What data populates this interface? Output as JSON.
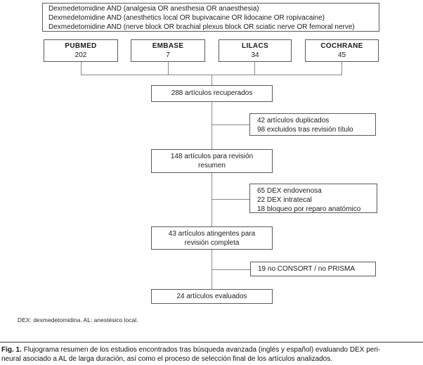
{
  "flowchart": {
    "search_queries": {
      "lines": [
        "Dexmedetomidine AND (analgesia OR anesthesia OR anaesthesia)",
        "Dexmedetomidine AND (anesthetics local OR bupivacaine OR lidocaine OR ropivacaine)",
        "Dexmedetomidine AND (nerve block OR brachial plexus block OR sciatic nerve OR femoral nerve)"
      ]
    },
    "databases": [
      {
        "name": "PUBMED",
        "count": "202"
      },
      {
        "name": "EMBASE",
        "count": "7"
      },
      {
        "name": "LILACS",
        "count": "34"
      },
      {
        "name": "COCHRANE",
        "count": "45"
      }
    ],
    "retrieved": "288 artículos recuperados",
    "excluded_title": {
      "lines": [
        "42 artículos duplicados",
        "98 excluidos tras revisión título"
      ]
    },
    "abstract_review": {
      "lines": [
        "148 artículos para revisión",
        "resumen"
      ]
    },
    "excluded_route": {
      "lines": [
        "65 DEX endovenosa",
        "22 DEX intratecal",
        "18 bloqueo por reparo anatómico"
      ]
    },
    "full_review": {
      "lines": [
        "43 artículos atingentes para",
        "revisión completa"
      ]
    },
    "excluded_reporting": "19 no CONSORT / no PRISMA",
    "evaluated": "24 artículos evaluados",
    "footnote": "DEX: dexmedetomidina. AL: anestésico local."
  },
  "caption": {
    "label": "Fig. 1.",
    "line1": "Flujograma resumen de los estudios encontrados tras búsqueda avanzada (inglés y español) evaluando DEX peri-",
    "line2": "neural asociado a AL de larga duración, así como el proceso de selección final de los artículos analizados."
  },
  "colors": {
    "box_border": "#5a5a5a",
    "connector": "#8a8a8a",
    "text": "#1c1c1c",
    "background": "#ffffff"
  }
}
